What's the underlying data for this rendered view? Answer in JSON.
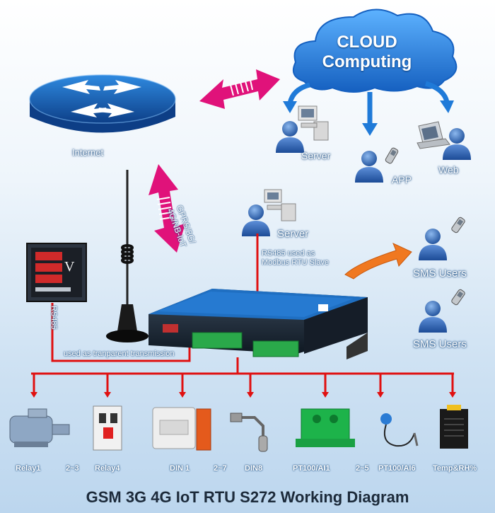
{
  "cloud": {
    "line1": "CLOUD",
    "line2": "Computing"
  },
  "internet_label": "Internet",
  "cloud_targets": {
    "server": "Server",
    "app": "APP",
    "web": "Web"
  },
  "link_label": {
    "line1": "GPRS/3G/",
    "line2": "4G/NB-IoT"
  },
  "local_server": "Server",
  "rs485_slave": {
    "line1": "RS485 used as",
    "line2": "Modbus RTU Slave"
  },
  "sms": {
    "user1": "SMS Users",
    "user2": "SMS Users"
  },
  "meter": {
    "port": "RS485",
    "unit": "V"
  },
  "transparent": "used as tranparent transmission",
  "devices": [
    {
      "label": "Relay1",
      "icon": "motor-icon"
    },
    {
      "label": "2~3",
      "icon": ""
    },
    {
      "label": "Relay4",
      "icon": "breaker-icon"
    },
    {
      "label": "DIN 1",
      "icon": "relay-module-icon"
    },
    {
      "label": "2~7",
      "icon": ""
    },
    {
      "label": "DIN8",
      "icon": "float-switch-icon"
    },
    {
      "label": "PT100/AI1",
      "icon": "transmitter-icon"
    },
    {
      "label": "2~5",
      "icon": ""
    },
    {
      "label": "PT100/AI6",
      "icon": "probe-icon"
    },
    {
      "label": "Temp&RH%",
      "icon": "temp-humidity-sensor-icon"
    }
  ],
  "title": "GSM 3G 4G IoT RTU S272 Working Diagram",
  "colors": {
    "bus": "#e01010",
    "arrow": "#e0127a",
    "cloud": "#1f7ad8",
    "person": "#2f67b4"
  }
}
